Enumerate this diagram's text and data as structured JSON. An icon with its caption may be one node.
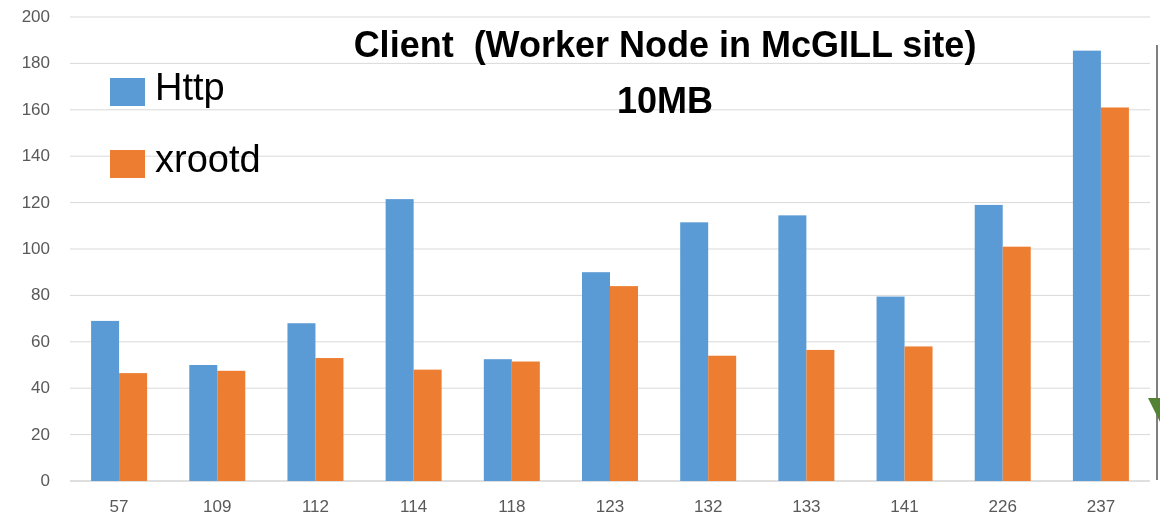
{
  "diagram": {
    "chart_data": {
      "type": "bar",
      "title": "Client  (Worker Node in McGILL site) 10MB",
      "categories": [
        "57",
        "109",
        "112",
        "114",
        "118",
        "123",
        "132",
        "133",
        "141",
        "226",
        "237"
      ],
      "series": [
        {
          "name": "Http",
          "color": "#5b9bd5",
          "values": [
            69,
            50,
            68,
            121.5,
            52.5,
            90,
            111.5,
            114.5,
            79.5,
            119,
            185.5
          ]
        },
        {
          "name": "xrootd",
          "color": "#ed7d31",
          "values": [
            46.5,
            47.5,
            53,
            48,
            51.5,
            84,
            54,
            56.5,
            58,
            101,
            161
          ]
        }
      ],
      "ylim": [
        0,
        200
      ],
      "grid": true,
      "legend": true,
      "yticks": [
        0,
        20,
        40,
        60,
        80,
        100,
        120,
        140,
        160,
        180,
        200
      ]
    }
  }
}
